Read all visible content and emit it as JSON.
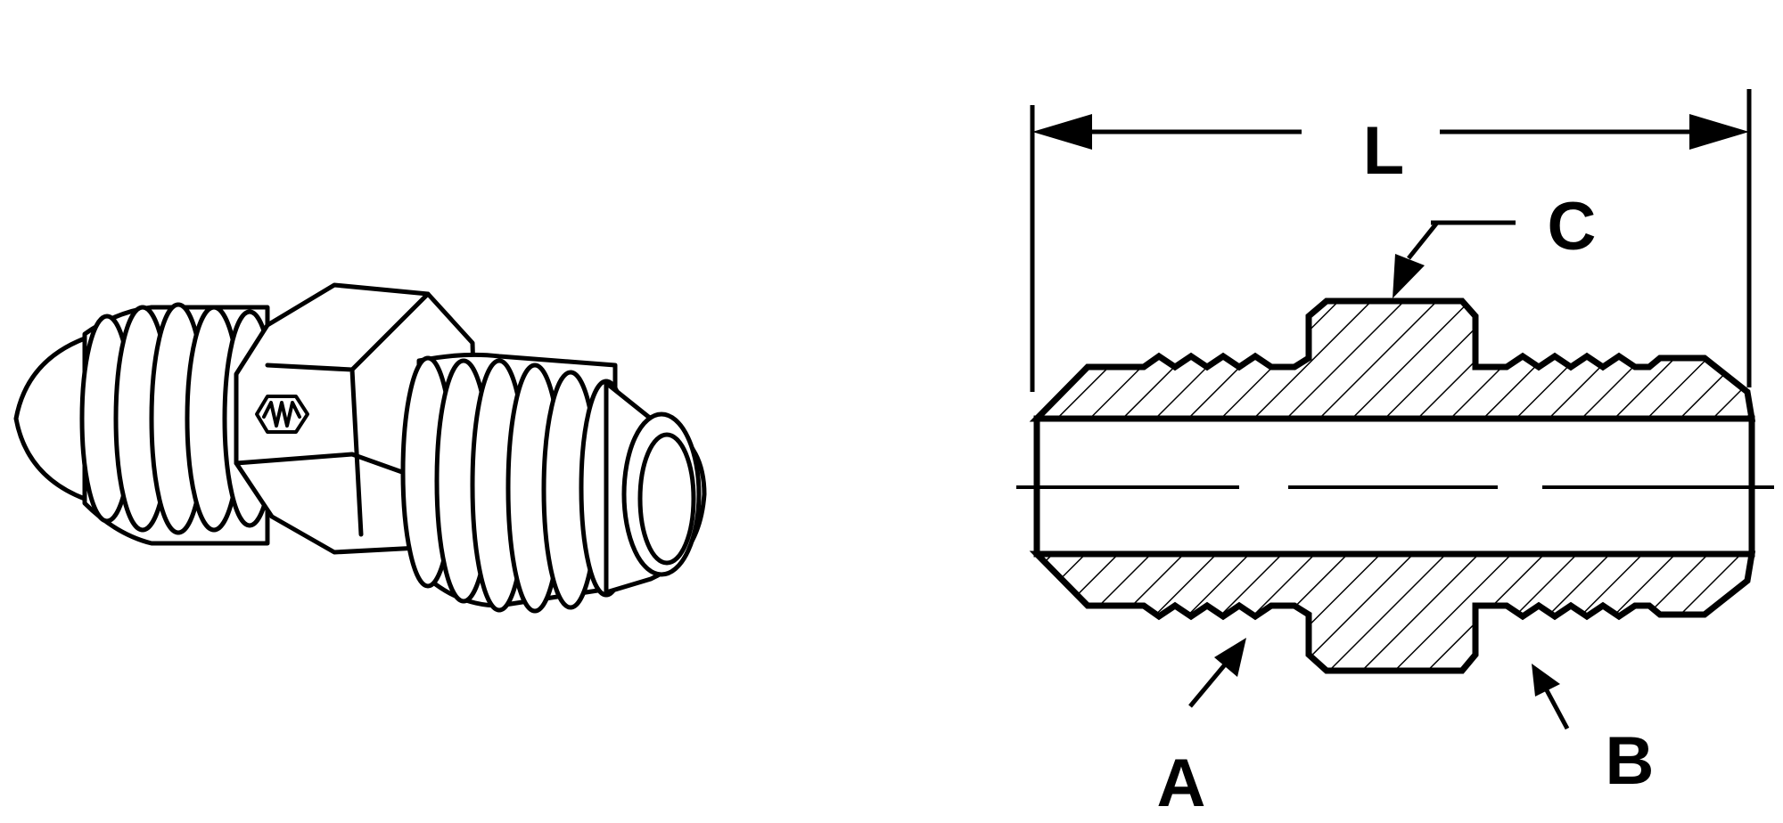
{
  "labels": {
    "overall_length": "L",
    "hex_flat": "C",
    "thread_a": "A",
    "thread_b": "B"
  },
  "colors": {
    "ink": "#000000",
    "paper": "#ffffff"
  },
  "icons": {
    "hex_marking": "hex-logo-icon"
  }
}
